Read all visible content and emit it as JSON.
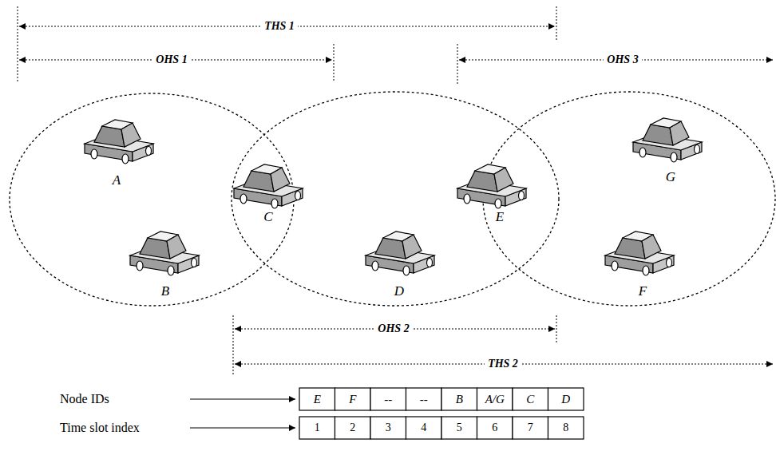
{
  "diagram": {
    "labels": [
      "THS 1",
      "OHS 1",
      "OHS 3",
      "A",
      "C",
      "E",
      "G",
      "B",
      "D",
      "F",
      "OHS 2",
      "THS 2",
      "Node IDs",
      "E",
      "F",
      "--",
      "--",
      "B",
      "A/G",
      "C",
      "D",
      "Time slot index",
      "1",
      "2",
      "3",
      "4",
      "5",
      "6",
      "7",
      "8"
    ]
  }
}
